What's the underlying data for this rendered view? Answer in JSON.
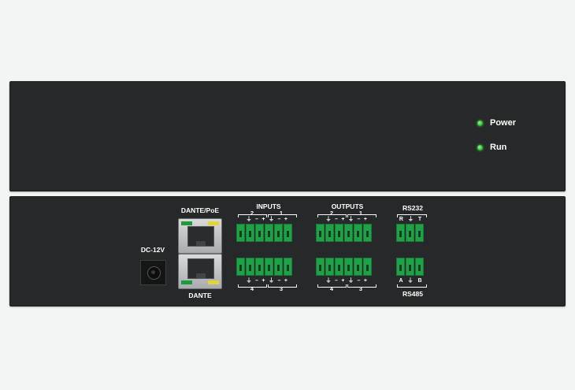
{
  "front_panel": {
    "indicators": [
      {
        "label": "Power",
        "color": "#34c234"
      },
      {
        "label": "Run",
        "color": "#34c234"
      }
    ]
  },
  "rear_panel": {
    "dc_label": "DC-12V",
    "ports": {
      "dante_poe_label": "DANTE/PoE",
      "dante_label": "DANTE"
    },
    "inputs": {
      "label": "INPUTS",
      "group_top_left": "2",
      "group_top_right": "1",
      "group_bottom_left": "4",
      "group_bottom_right": "3",
      "pin_marks": [
        "⏚",
        "–",
        "+",
        "⏚",
        "–",
        "+"
      ]
    },
    "outputs": {
      "label": "OUTPUTS",
      "group_top_left": "2",
      "group_top_right": "1",
      "group_bottom_left": "4",
      "group_bottom_right": "3",
      "pin_marks": [
        "⏚",
        "–",
        "+",
        "⏚",
        "–",
        "+"
      ]
    },
    "serial": {
      "top_label": "RS232",
      "bottom_label": "RS485",
      "top_marks": [
        "R",
        "⏚",
        "T"
      ],
      "bottom_marks": [
        "A",
        "⏚",
        "B"
      ]
    },
    "terminal_color": "#21a04a"
  }
}
